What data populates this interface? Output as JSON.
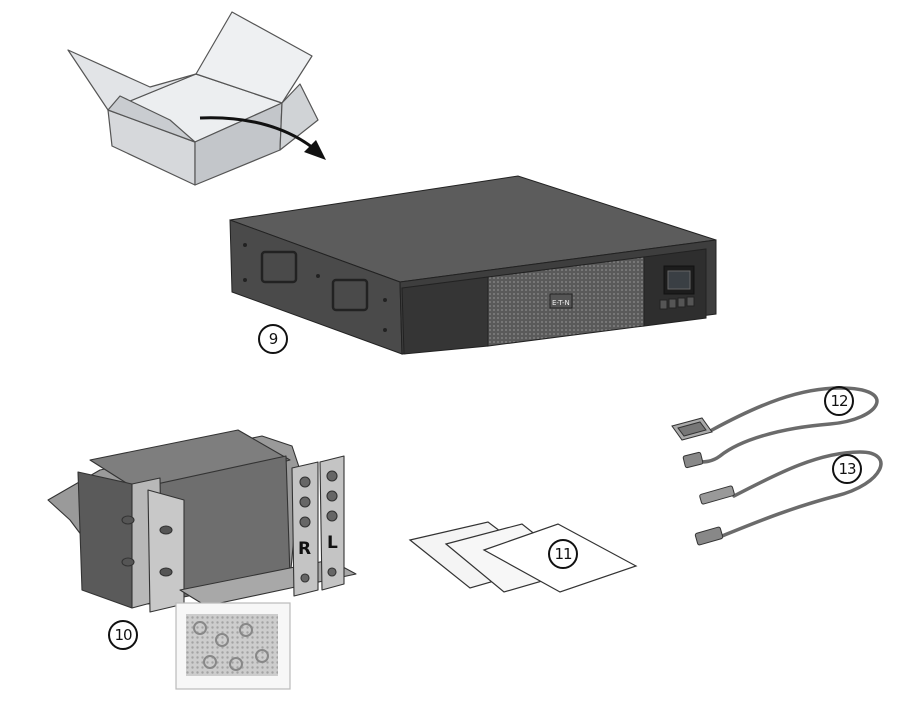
{
  "callouts": {
    "ups": "9",
    "rail_kit": "10",
    "documents": "11",
    "serial_cable": "12",
    "usb_cable": "13"
  },
  "rail_labels": {
    "right": "R",
    "left": "L"
  },
  "ups_logo": "E-T-N",
  "colors": {
    "ups_body": "#4a4a4a",
    "ups_dark": "#2f2f2f",
    "box": "#d8dadd",
    "rail": "#8a8a8a",
    "cable": "#6b6b6b"
  }
}
